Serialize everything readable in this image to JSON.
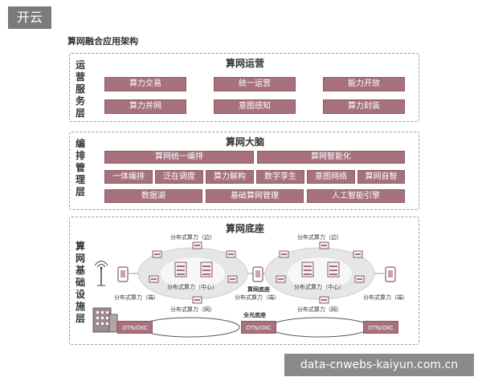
{
  "watermark_top": "开云",
  "watermark_bottom": "data-cnwebs-kaiyun.com.cn",
  "figure_title": "算网融合应用架构",
  "ops": {
    "label": "运营服务层",
    "title": "算网运营",
    "boxes": [
      "算力交易",
      "统一运营",
      "能力开放",
      "算力并网",
      "意图感知",
      "算力封装"
    ]
  },
  "brain": {
    "label": "编排管理层",
    "title": "算网大脑",
    "row1": [
      "算网统一编排",
      "算网智能化"
    ],
    "row2": [
      "一体编排",
      "泛在调度",
      "算力解构",
      "数字孪生",
      "意图网络",
      "算网自智"
    ],
    "row3": [
      "数据湖",
      "基础算网管理",
      "人工智能引擎"
    ]
  },
  "base": {
    "label": "算网基础设施层",
    "title": "算网底座",
    "edge_left": "分布式算力（边）",
    "edge_right": "分布式算力（边）",
    "center_left": "分布式算力（中心）",
    "center_right": "分布式算力（中心）",
    "end_left": "分布式算力（端）",
    "end_mid": "分布式算力（端）",
    "end_right": "分布式算力（端）",
    "net_left": "分布式算力（网）",
    "net_right": "分布式算力（网）",
    "base_label": "算网底座",
    "optical_label": "全光底座",
    "otn": [
      "OTN/OXC",
      "OTN/OXC",
      "OTN/OXC"
    ]
  },
  "colors": {
    "box": "#a6717c",
    "ellipse": "#e6e6e6"
  }
}
